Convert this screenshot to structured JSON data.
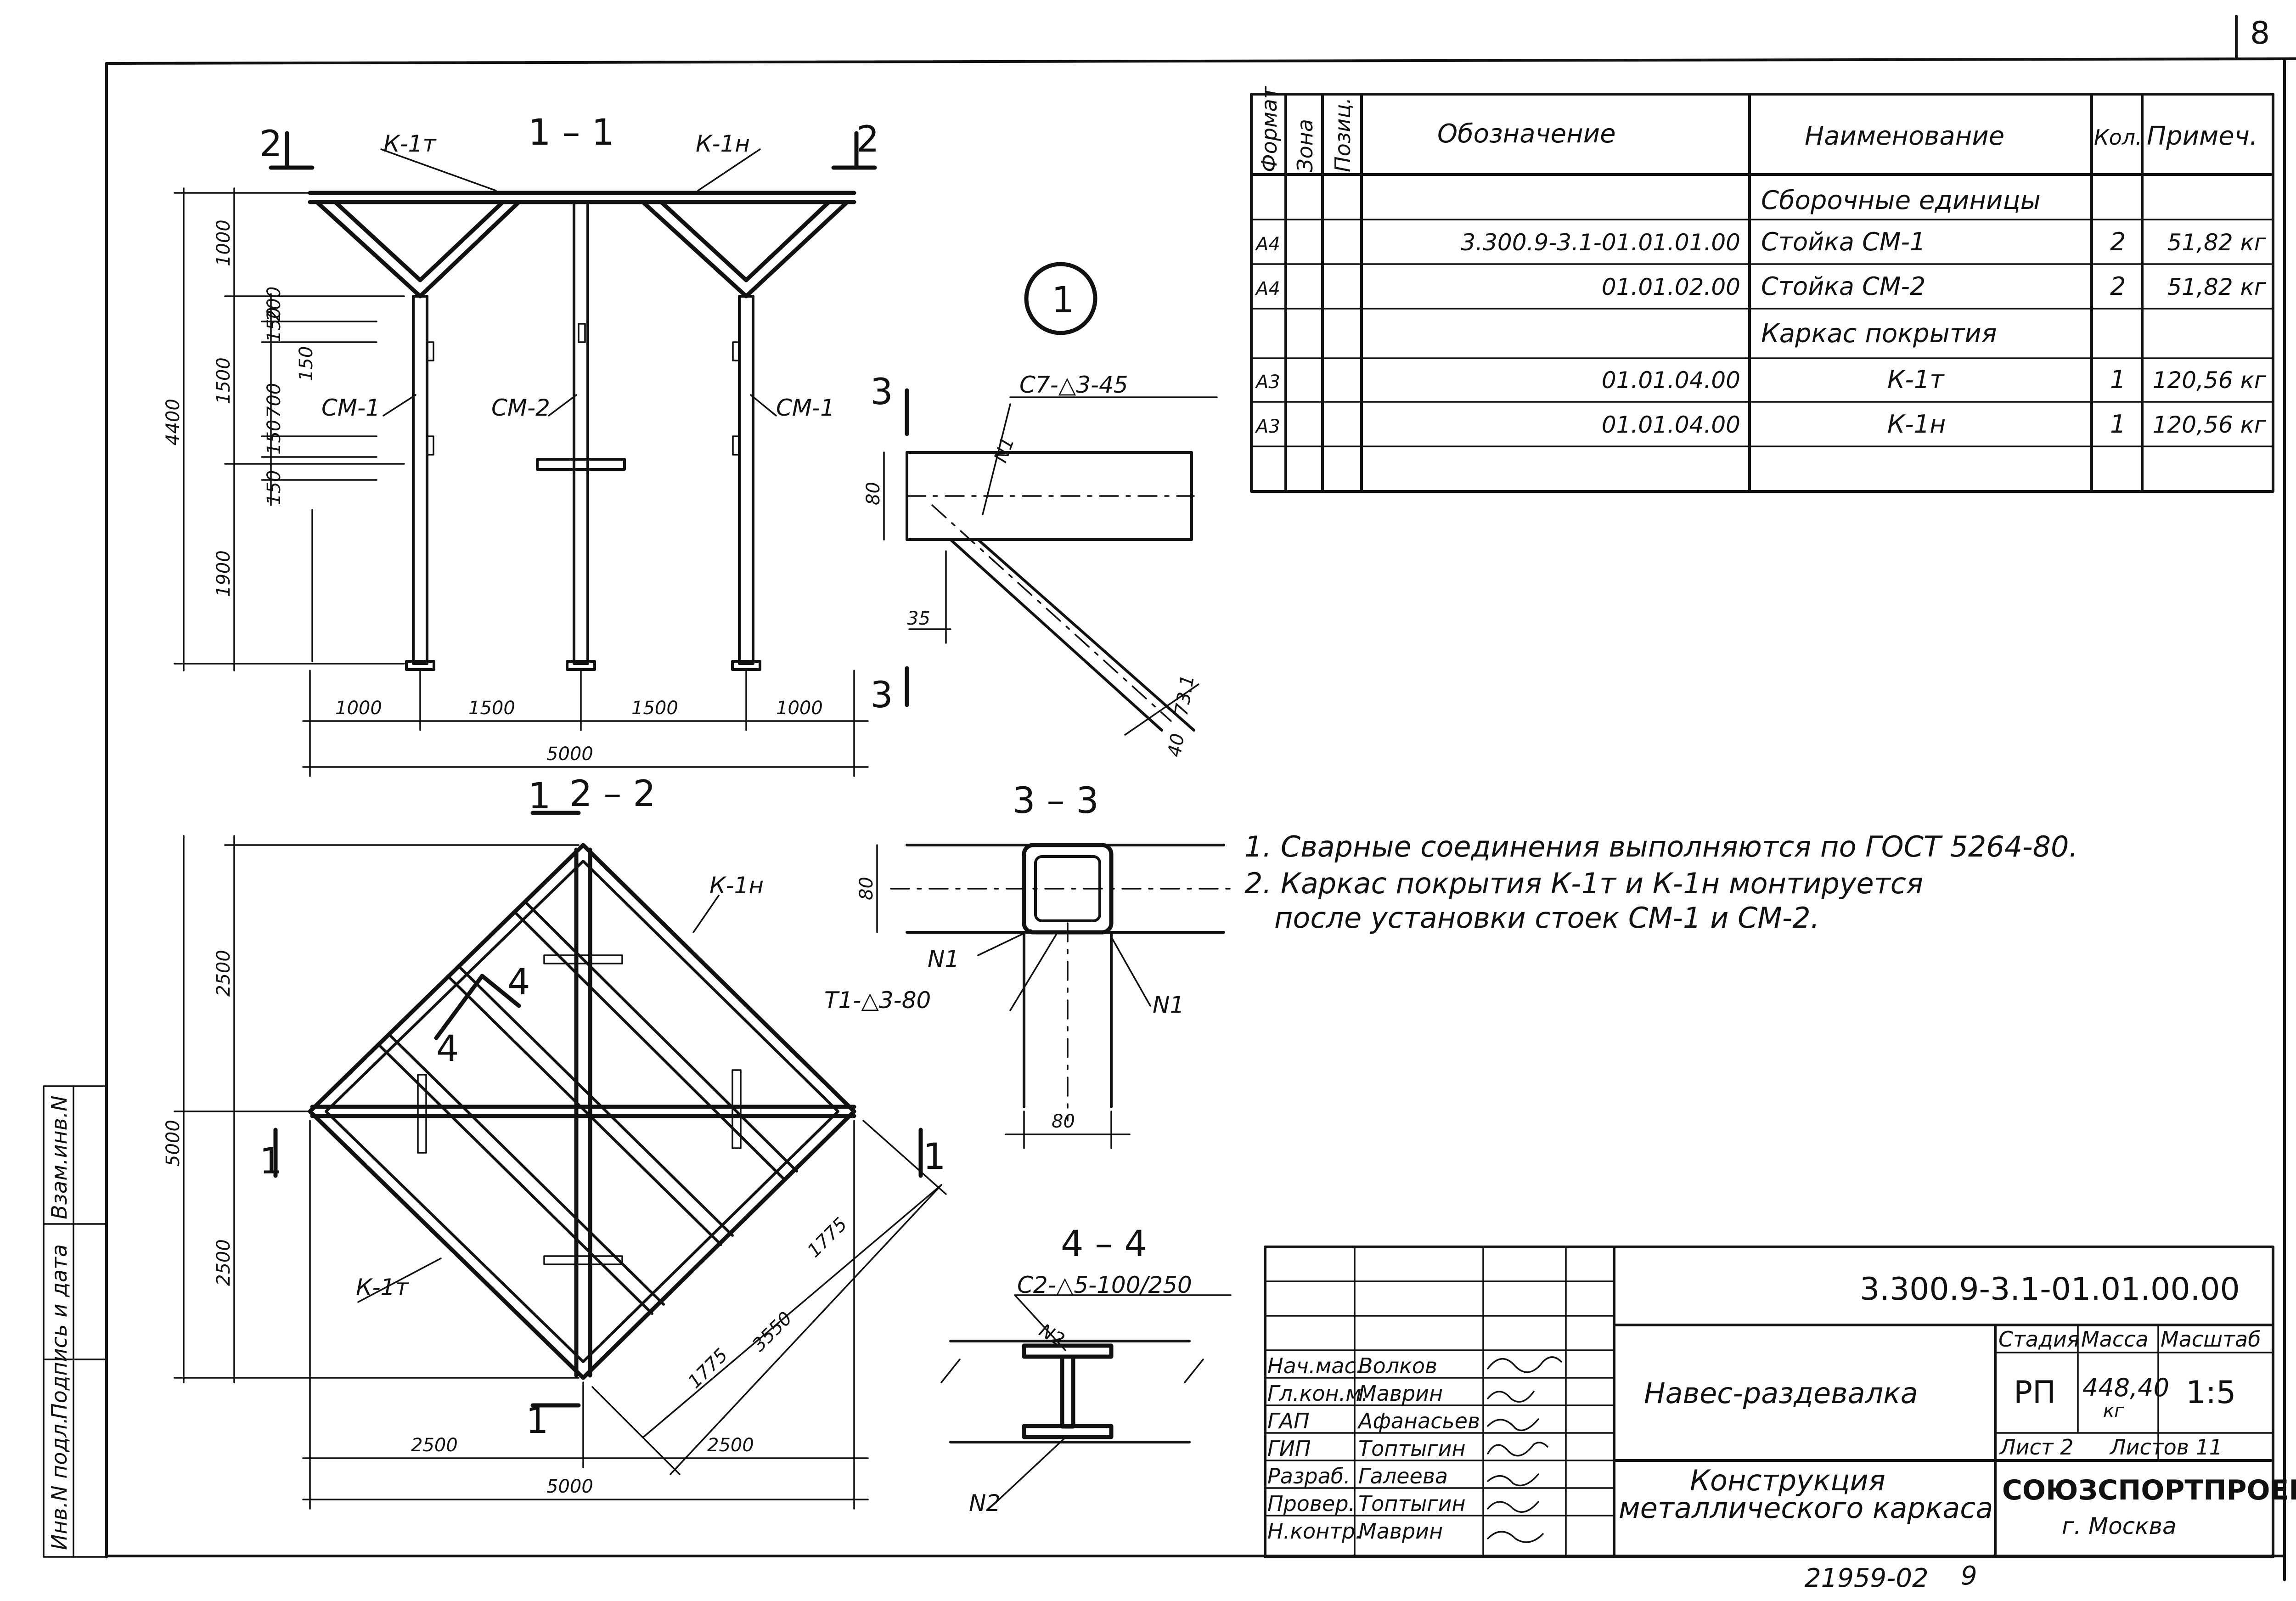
{
  "sheet_number": "8",
  "sections": {
    "s11": "1 – 1",
    "s22": "2 – 2",
    "s33": "3 – 3",
    "s44": "4 – 4",
    "node": "1"
  },
  "cut_marks": {
    "c1": "1",
    "c2": "2",
    "c3": "3",
    "c4": "4"
  },
  "elevation": {
    "labels": [
      "К-1т",
      "К-1н",
      "СМ-1",
      "СМ-2",
      "СМ-1"
    ],
    "heights": [
      "1000",
      "1500",
      "1900",
      "4400"
    ],
    "heights_small": [
      "150",
      "200",
      "150",
      "700",
      "150",
      "150"
    ],
    "spans": [
      "1000",
      "1500",
      "1500",
      "1000"
    ],
    "total": "5000"
  },
  "node_detail": {
    "weld": "С7-△3-45",
    "n1": "N1",
    "dims": [
      "80",
      "35",
      "73.1",
      "40"
    ]
  },
  "plan": {
    "labels": [
      "К-1н",
      "К-1т"
    ],
    "vert_dims": [
      "2500",
      "5000",
      "2500"
    ],
    "horiz_dims": [
      "2500",
      "2500"
    ],
    "horiz_total": "5000",
    "diag_dims": [
      "1775",
      "3550",
      "1775"
    ]
  },
  "section33": {
    "dims": [
      "80",
      "80"
    ],
    "n1a": "N1",
    "n1b": "N1",
    "weld": "Т1-△3-80"
  },
  "section44": {
    "weld": "С2-△5-100/250",
    "n2a": "N2",
    "n2b": "N2"
  },
  "notes": [
    "1. Сварные соединения выполняются по ГОСТ 5264-80.",
    "2. Каркас покрытия К-1т и К-1н монтируется",
    "после установки стоек СМ-1 и СМ-2."
  ],
  "spec_table": {
    "headers": [
      "Формат",
      "Зона",
      "Позиц.",
      "Обозначение",
      "Наименование",
      "Кол.",
      "Примеч."
    ],
    "rows": [
      {
        "format": "",
        "designation": "",
        "name": "Сборочные единицы",
        "qty": "",
        "note": ""
      },
      {
        "format": "А4",
        "designation": "3.300.9-3.1-01.01.01.00",
        "name": "Стойка СМ-1",
        "qty": "2",
        "note": "51,82 кг"
      },
      {
        "format": "А4",
        "designation": "01.01.02.00",
        "name": "Стойка СМ-2",
        "qty": "2",
        "note": "51,82 кг"
      },
      {
        "format": "",
        "designation": "",
        "name": "Каркас покрытия",
        "qty": "",
        "note": ""
      },
      {
        "format": "А3",
        "designation": "01.01.04.00",
        "name": "К-1т",
        "qty": "1",
        "note": "120,56 кг"
      },
      {
        "format": "А3",
        "designation": "01.01.04.00",
        "name": "К-1н",
        "qty": "1",
        "note": "120,56 кг"
      }
    ]
  },
  "title_block": {
    "code": "3.300.9-3.1-01.01.00.00",
    "object": "Навес-раздевалка",
    "drawing_title_1": "Конструкция",
    "drawing_title_2": "металлического каркаса",
    "stage_hdr": "Стадия",
    "mass_hdr": "Масса",
    "scale_hdr": "Масштаб",
    "stage": "РП",
    "mass": "448,40",
    "mass_unit": "кг",
    "scale": "1:5",
    "sheet": "Лист 2",
    "sheets": "Листов 11",
    "org": "СОЮЗСПОРТПРОЕКТ",
    "city": "г. Москва",
    "roles": [
      "Нач.мас.",
      "Гл.кон.м.",
      "ГАП",
      "ГИП",
      "Разраб.",
      "Провер.",
      "Н.контр."
    ],
    "people": [
      "Волков",
      "Маврин",
      "Афанасьев",
      "Топтыгин",
      "Галеева",
      "Топтыгин",
      "Маврин"
    ]
  },
  "side_stamp": [
    "Инв.N подл.",
    "Подпись и дата",
    "Взам.инв.N"
  ],
  "footer": {
    "number": "21959-02",
    "page": "9"
  }
}
